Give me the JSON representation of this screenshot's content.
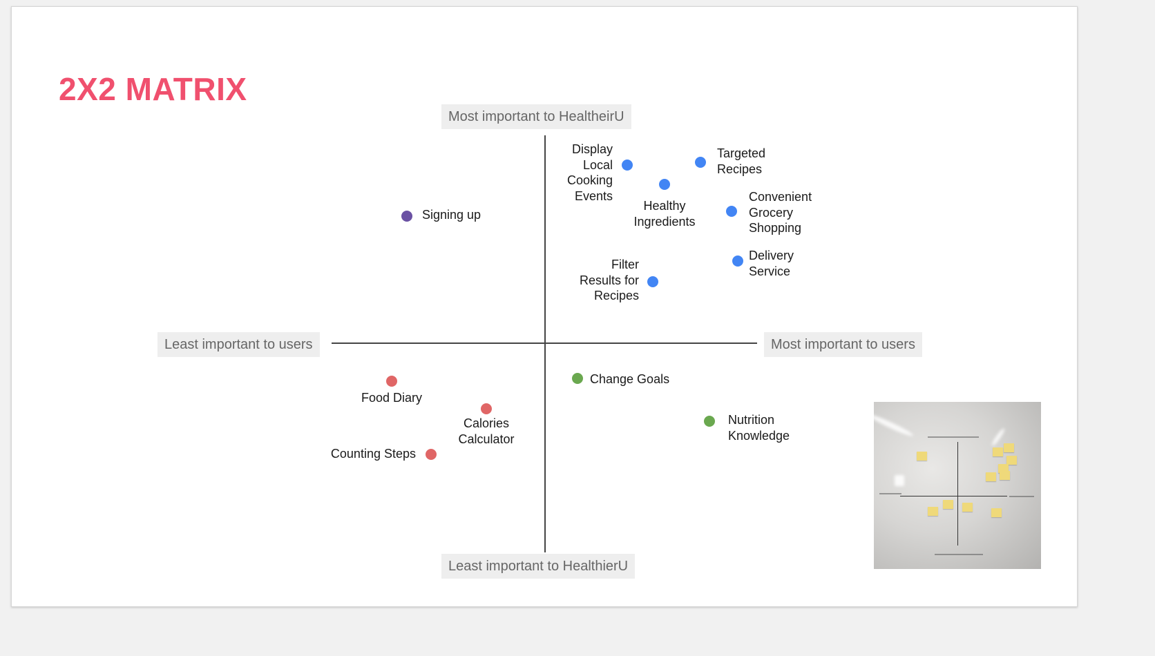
{
  "slide": {
    "title": "2X2 MATRIX"
  },
  "axes": {
    "top": "Most important to HealtheirU",
    "bottom": "Least important to HealthierU",
    "left": "Least important to users",
    "right": "Most important to users"
  },
  "colors": {
    "title": "#f0506e",
    "blue": "#4285f4",
    "purple": "#6a51a3",
    "red": "#e06666",
    "green": "#6aa84f"
  },
  "items": [
    {
      "label": "Display\nLocal\nCooking\nEvents",
      "color": "blue"
    },
    {
      "label": "Targeted\nRecipes",
      "color": "blue"
    },
    {
      "label": "Healthy\nIngredients",
      "color": "blue"
    },
    {
      "label": "Convenient\nGrocery\nShopping",
      "color": "blue"
    },
    {
      "label": "Delivery\nService",
      "color": "blue"
    },
    {
      "label": "Filter\nResults for\nRecipes",
      "color": "blue"
    },
    {
      "label": "Signing up",
      "color": "purple"
    },
    {
      "label": "Food Diary",
      "color": "red"
    },
    {
      "label": "Calories\nCalculator",
      "color": "red"
    },
    {
      "label": "Counting Steps",
      "color": "red"
    },
    {
      "label": "Change Goals",
      "color": "green"
    },
    {
      "label": "Nutrition\nKnowledge",
      "color": "green"
    }
  ],
  "photo": {
    "alt": "photo of whiteboard 2x2 matrix with sticky notes"
  }
}
